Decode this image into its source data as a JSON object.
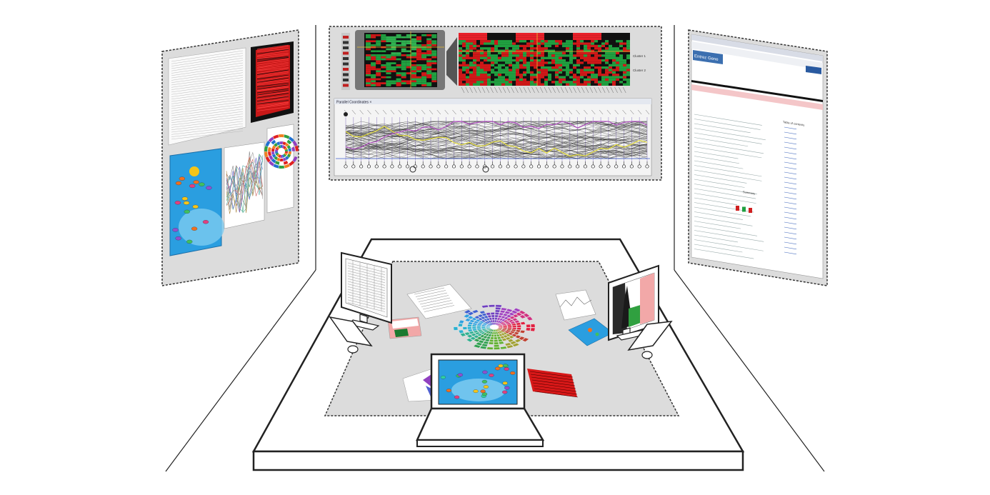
{
  "center_wall": {
    "parallel_coords_title": "Parallel Coordinates ×",
    "heatmap_side_labels": [
      "Cluster 1",
      "Cluster 2"
    ]
  },
  "right_wall": {
    "browser_header": "Entrez Gene",
    "nav_label": "Table of contents",
    "section_label": "Summary"
  },
  "colors": {
    "heat_red": "#e8202a",
    "heat_green": "#20a040",
    "panel_gray": "#dcdcdc",
    "pathway_blue": "#2a9ee0",
    "line_color": "#222222"
  }
}
